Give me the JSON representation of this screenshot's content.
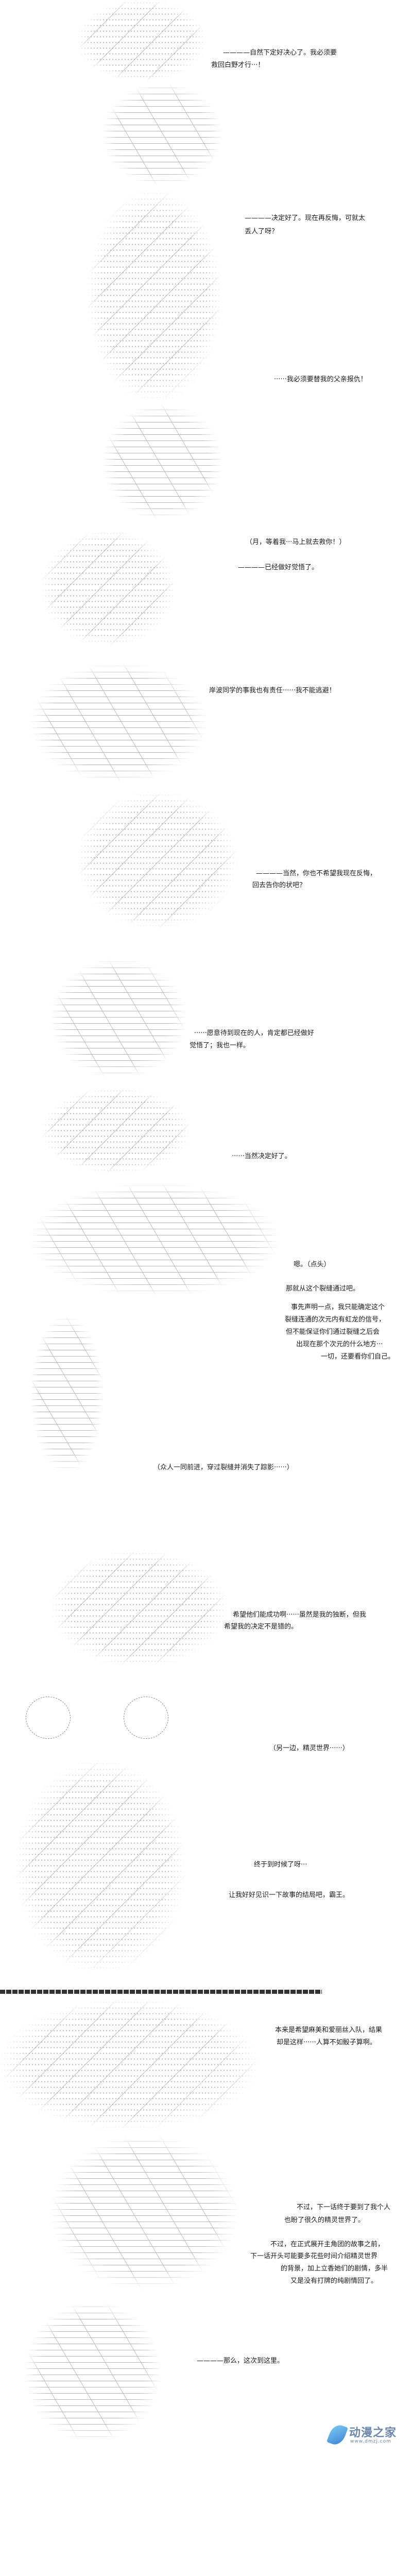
{
  "dialogue": [
    "————自然下定好决心了。我必须要",
    "救回白野才行···！",
    "————决定好了。现在再反悔，可就太",
    "丢人了呀？",
    "······我必须要替我的父亲报仇！",
    "（月，等着我···马上就去救你！）",
    "————已经做好觉悟了。",
    "岸波同学的事我也有责任······我不能逃避！",
    "————当然，你也不希望我现在反悔，",
    "回去告你的状吧？",
    "······愿意待到现在的人，肯定都已经做好",
    "觉悟了；我也一样。",
    "······当然决定好了。",
    "嗯。（点头）",
    "那就从这个裂缝通过吧。",
    "事先声明一点，我只能确定这个",
    "裂缝连通的次元内有虹龙的信号，",
    "但不能保证你们通过裂缝之后会",
    "出现在那个次元的什么地方···",
    "一切，还要看你们自己。",
    "（众人一同前进，穿过裂缝并消失了踪影······）",
    "希望他们能成功啊······虽然是我的独断，但我",
    "希望我的决定不是错的。",
    "（另一边，精灵世界······）",
    "终于到时候了呀···",
    "让我好好见识一下故事的结局吧，霸王。",
    "本来是希望麻美和爱丽丝入队，结果",
    "却是这样······人算不如骰子算啊。",
    "不过，下一话终于要到了我个人",
    "也盼了很久的精灵世界了。",
    "不过，在正式展开主角团的故事之前，",
    "下一话开头可能要多花些时间介绍精灵世界",
    "的背景，加上立香她们的剧情，多半",
    "又是没有打牌的纯剧情回了。",
    "————那么，这次到这里。"
  ],
  "watermark": {
    "name": "动漫之家",
    "url": "www.dmzj.com",
    "colors": [
      "#7fd0f0",
      "#3d7fd6"
    ]
  }
}
